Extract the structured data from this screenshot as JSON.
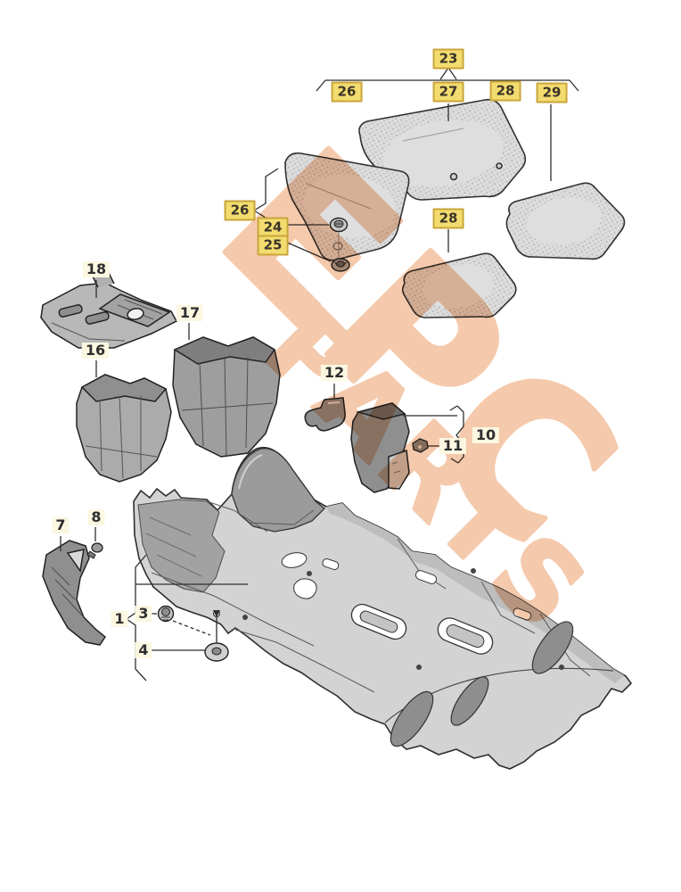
{
  "diagram": {
    "type": "exploded-parts-diagram",
    "subject": "vehicle floor covering, carpet, floor mats and insulation",
    "watermark": {
      "line1": "EPC",
      "line2": "PARTS"
    },
    "colors": {
      "background": "#ffffff",
      "highlight_fill": "#F3DC6F",
      "highlight_border": "#C9A53B",
      "label_text": "#333333",
      "plain_label_bg": "#FBF7E1",
      "watermark": "#EFA878",
      "line": "#2f2f2f",
      "part_light_gray": "#D6D6D6",
      "part_dark_gray": "#9E9E9E"
    },
    "callouts": {
      "n23": {
        "label": "23",
        "style": "highlighted"
      },
      "n26_top": {
        "label": "26",
        "style": "highlighted"
      },
      "n27": {
        "label": "27",
        "style": "highlighted"
      },
      "n28_top": {
        "label": "28",
        "style": "highlighted"
      },
      "n29": {
        "label": "29",
        "style": "highlighted"
      },
      "n26_side": {
        "label": "26",
        "style": "highlighted"
      },
      "n24": {
        "label": "24",
        "style": "highlighted"
      },
      "n25": {
        "label": "25",
        "style": "highlighted"
      },
      "n28_mid": {
        "label": "28",
        "style": "highlighted"
      },
      "n18": {
        "label": "18",
        "style": "plain"
      },
      "n17": {
        "label": "17",
        "style": "plain"
      },
      "n16": {
        "label": "16",
        "style": "plain"
      },
      "n12": {
        "label": "12",
        "style": "plain"
      },
      "n10": {
        "label": "10",
        "style": "plain"
      },
      "n11": {
        "label": "11",
        "style": "plain"
      },
      "n7": {
        "label": "7",
        "style": "plain"
      },
      "n8": {
        "label": "8",
        "style": "plain"
      },
      "n1": {
        "label": "1",
        "style": "plain"
      },
      "n3": {
        "label": "3",
        "style": "plain"
      },
      "n4": {
        "label": "4",
        "style": "plain"
      }
    }
  }
}
